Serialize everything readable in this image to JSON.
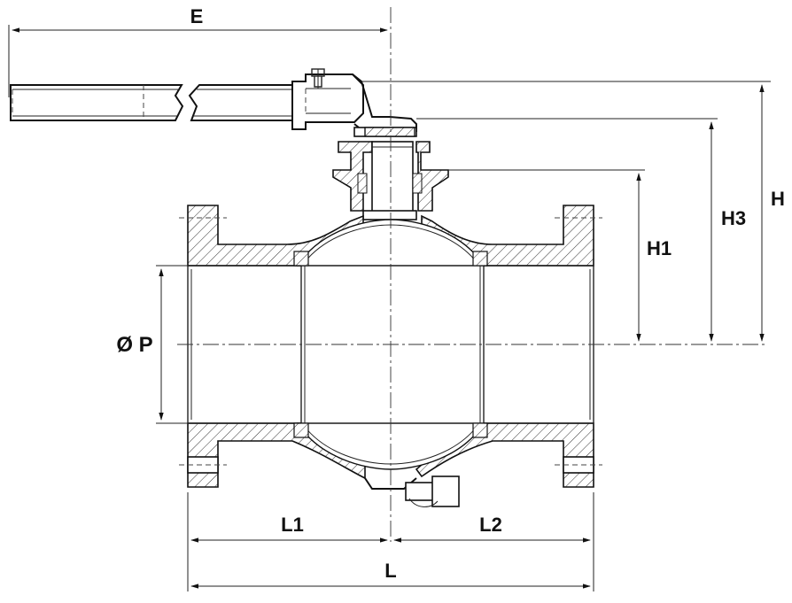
{
  "labels": {
    "E": "E",
    "H": "H",
    "H3": "H3",
    "H1": "H1",
    "P": "Ø P",
    "L1": "L1",
    "L2": "L2",
    "L": "L"
  }
}
